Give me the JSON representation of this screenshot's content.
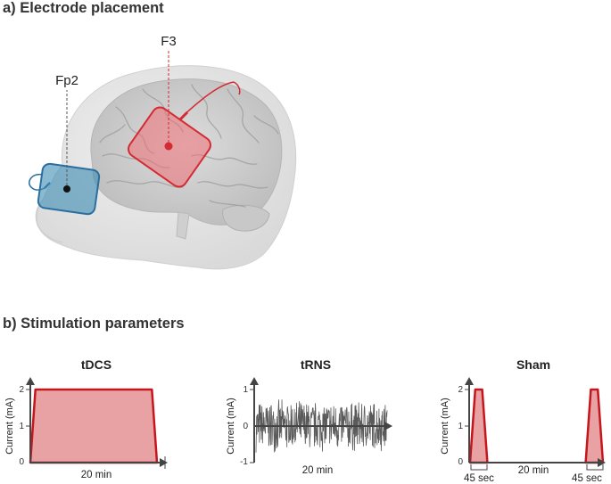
{
  "section_a": {
    "title": "a) Electrode placement"
  },
  "section_b": {
    "title": "b) Stimulation parameters"
  },
  "electrodes": [
    {
      "label": "F3",
      "color": "#d42a32"
    },
    {
      "label": "Fp2",
      "color": "#2a6ea0"
    }
  ],
  "colors": {
    "fill": "#e8a2a4",
    "line": "#c4161c",
    "axis": "#444444",
    "noise": "#5a5a5a"
  },
  "chart_data": [
    {
      "type": "area",
      "title": "tDCS",
      "ylabel": "Current (mA)",
      "xlabel": "20 min",
      "ylim": [
        0,
        2
      ],
      "yticks": [
        "0",
        "1",
        "2"
      ],
      "profile": [
        [
          0,
          0
        ],
        [
          0.04,
          2
        ],
        [
          0.96,
          2
        ],
        [
          1,
          0
        ]
      ]
    },
    {
      "type": "line",
      "title": "tRNS",
      "ylabel": "Current (mA)",
      "xlabel": "20 min",
      "ylim": [
        -1,
        1
      ],
      "yticks": [
        "-1",
        "0",
        "1"
      ],
      "noise_amplitude": 0.75
    },
    {
      "type": "area",
      "title": "Sham",
      "ylabel": "Current (mA)",
      "xlabel": "20 min",
      "ramp_label_left": "45 sec",
      "ramp_label_right": "45 sec",
      "ylim": [
        0,
        2
      ],
      "yticks": [
        "0",
        "1",
        "2"
      ],
      "pulses": [
        [
          0.0,
          0.13
        ],
        [
          0.87,
          1.0
        ]
      ]
    }
  ]
}
